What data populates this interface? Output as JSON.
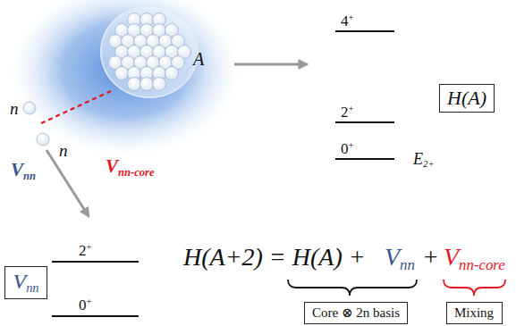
{
  "diagram": {
    "nodes": [
      {
        "text": [
          "A"
        ]
      },
      {
        "text": [
          "H(A)"
        ]
      },
      {
        "text": [
          "Vnn"
        ]
      },
      {
        "text": [
          "Core ⊗ 2n basis"
        ]
      },
      {
        "text": [
          "Mixing"
        ]
      }
    ],
    "labels": [
      "4+",
      "2+",
      "0+",
      "E2+",
      "2+",
      "0+",
      "n",
      "n",
      "Vnn",
      "Vnn-core",
      "H(A+2) = H(A) +",
      "Vnn",
      "+",
      "Vnn-core"
    ]
  }
}
